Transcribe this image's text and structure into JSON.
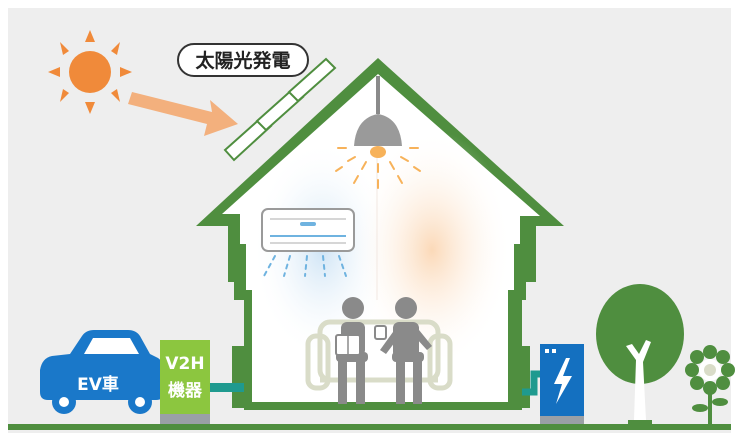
{
  "solar": {
    "label": "太陽光発電"
  },
  "ev": {
    "label": "EV車"
  },
  "v2h": {
    "line1": "V2H",
    "line2": "機器"
  },
  "colors": {
    "background": "#eeeeee",
    "house_green": "#4f8e3f",
    "sun": "#f08a3a",
    "arrow": "#f3b07d",
    "ev_blue": "#1a78c9",
    "v2h_green": "#8cc63f",
    "pipe_teal": "#1f9a8f",
    "battery_blue": "#1470c0",
    "ac_blue": "#6fb3e0",
    "light_orange": "#f7b25a",
    "people_gray": "#8a8a8a",
    "sofa_gray": "#d9dcc8",
    "tree_green": "#4f8e3f"
  },
  "icons": [
    "sun-icon",
    "solar-panel-icon",
    "ceiling-lamp-icon",
    "air-conditioner-icon",
    "sofa-icon",
    "person-reading-icon",
    "person-with-cup-icon",
    "ev-car-icon",
    "v2h-device-icon",
    "storage-battery-icon",
    "tree-icon",
    "flower-icon"
  ]
}
